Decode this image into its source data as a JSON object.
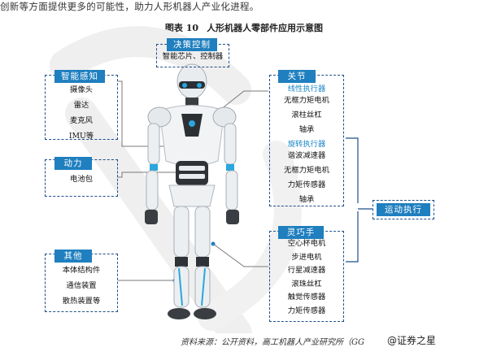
{
  "intro": "创新等方面提供更多的可能性，助力人形机器人产业化进程。",
  "figure": {
    "number": "图表 10",
    "title": "人形机器人零部件应用示意图"
  },
  "decision": {
    "tag": "决策控制",
    "items": [
      "智能芯片、控制器"
    ]
  },
  "perception": {
    "tag": "智能感知",
    "items": [
      "摄像头",
      "雷达",
      "麦克风",
      "IMU等"
    ]
  },
  "power": {
    "tag": "动力",
    "items": [
      "电池包"
    ]
  },
  "other": {
    "tag": "其他",
    "items": [
      "本体结构件",
      "通信装置",
      "散热装置等"
    ]
  },
  "joint": {
    "tag": "关节",
    "linear": {
      "label": "线性执行器",
      "items": [
        "无框力矩电机",
        "滚柱丝杠",
        "轴承"
      ]
    },
    "rotary": {
      "label": "旋转执行器",
      "items": [
        "谐波减速器",
        "无框力矩电机",
        "力矩传感器",
        "轴承"
      ]
    }
  },
  "hand": {
    "tag": "灵巧手",
    "items": [
      "空心杯电机",
      "步进电机",
      "行星减速器",
      "滚珠丝杠",
      "触觉传感器",
      "力矩传感器"
    ]
  },
  "motion": {
    "tag": "运动执行"
  },
  "source": "资料来源：公开资料，高工机器人产业研究所（GG",
  "brand": "@证券之星",
  "colors": {
    "accent": "#1f7fbf",
    "dashed": "#1e4f8c",
    "sub": "#1a86c8"
  }
}
